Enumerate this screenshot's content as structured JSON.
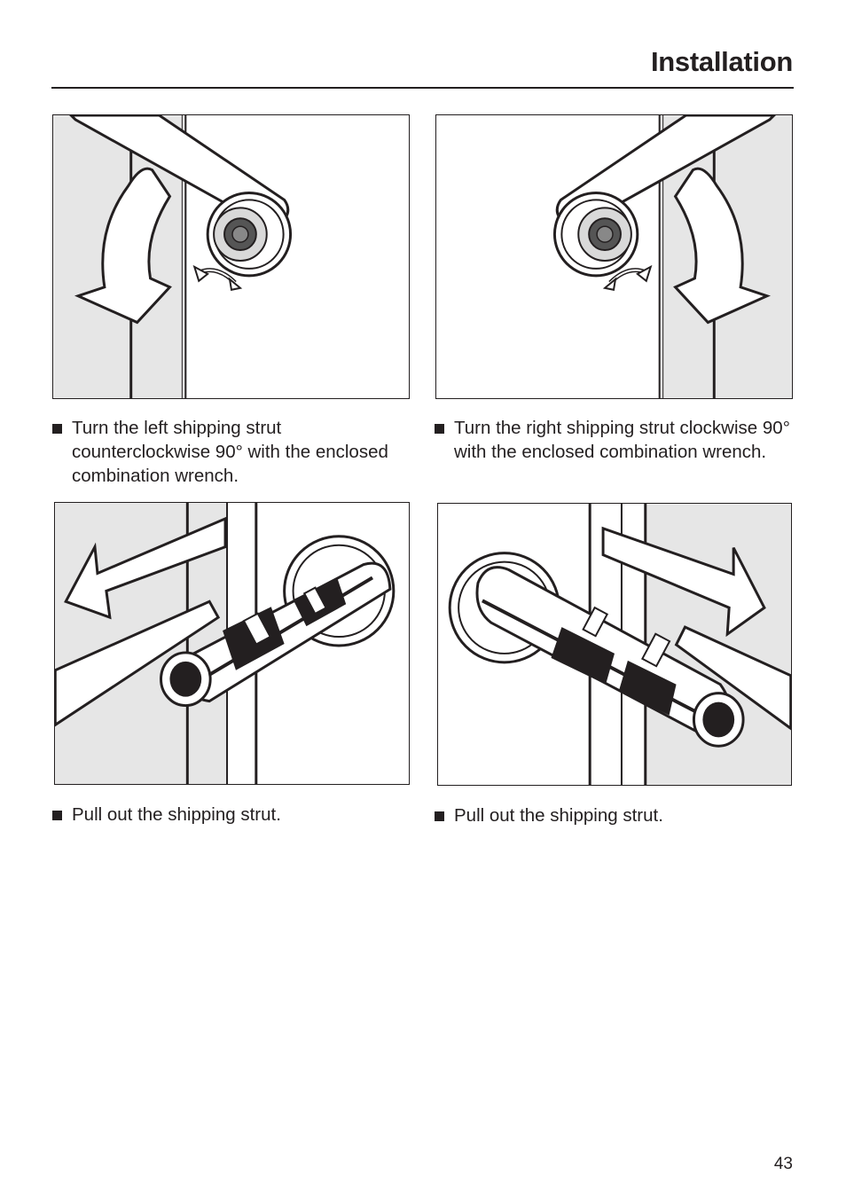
{
  "header": {
    "title": "Installation"
  },
  "steps": [
    {
      "text": "Turn the left shipping strut counterclockwise 90° with the enclosed combination wrench."
    },
    {
      "text": "Turn the right shipping strut clockwise 90° with the enclosed combination wrench."
    },
    {
      "text": "Pull out the shipping strut."
    },
    {
      "text": "Pull out the shipping strut."
    }
  ],
  "footer": {
    "page_number": "43"
  }
}
